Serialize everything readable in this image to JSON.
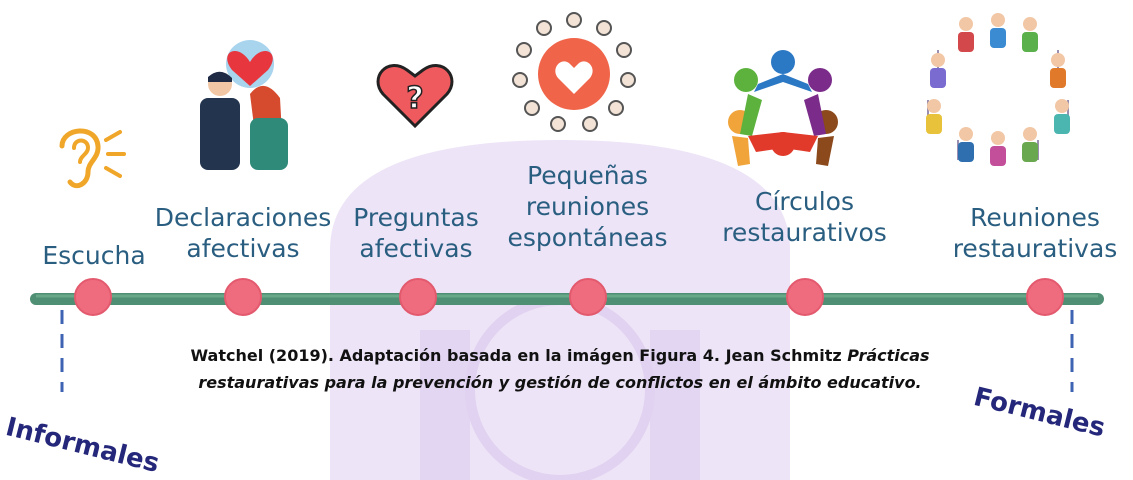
{
  "stages": [
    {
      "line1": "",
      "line2": "Escucha",
      "icon": "ear-icon"
    },
    {
      "line1": "Declaraciones",
      "line2": "afectivas",
      "icon": "couple-heart-icon"
    },
    {
      "line1": "Preguntas",
      "line2": "afectivas",
      "icon": "heart-question-icon"
    },
    {
      "line1": "Pequeñas",
      "line2": "reuniones",
      "line3": "espontáneas",
      "icon": "people-circle-heart-icon"
    },
    {
      "line1": "Círculos",
      "line2": "restaurativos",
      "icon": "hands-circle-icon"
    },
    {
      "line1": "Reuniones",
      "line2": "restaurativas",
      "icon": "meeting-circle-icon"
    }
  ],
  "caption": {
    "part1": "Watchel (2019). Adaptación basada en la imágen  Figura 4. Jean Schmitz ",
    "part1_italic": "Prácticas",
    "part2_italic": "restaurativas para la prevención y gestión de conflictos en el ámbito educativo."
  },
  "ends": {
    "left": "Informales",
    "right": "Formales"
  },
  "colors": {
    "line": "#4f8f73",
    "node": "#ef6c7e",
    "text": "#2a5e80",
    "ends": "#25277a",
    "watermark": "#ebe1f6"
  }
}
